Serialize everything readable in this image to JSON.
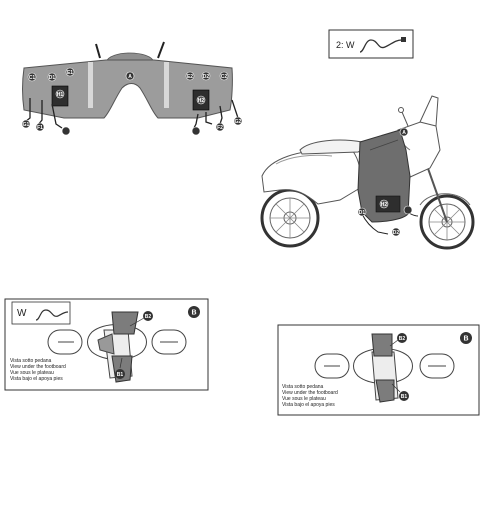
{
  "legend_top": {
    "text": "2: W"
  },
  "cover": {
    "markers": [
      "A",
      "D1",
      "D2",
      "E1",
      "E2",
      "H1",
      "H2",
      "C1",
      "C2",
      "F1",
      "F2",
      "G1",
      "G2"
    ]
  },
  "scooter": {
    "markers": [
      "A",
      "D1",
      "H2",
      "D2"
    ]
  },
  "panel_left": {
    "corner": "B",
    "legend": "W",
    "markers": [
      "B2",
      "B1"
    ],
    "captions": [
      "Vista sotto pedana",
      "View under the footboard",
      "Vue sous le plateau",
      "Vista bajo el apoya pies"
    ]
  },
  "panel_right": {
    "corner": "B",
    "markers": [
      "B2",
      "B1"
    ],
    "captions": [
      "Vista sotto pedana",
      "View under the footboard",
      "Vue sous le plateau",
      "Vista bajo el apoya pies"
    ]
  }
}
